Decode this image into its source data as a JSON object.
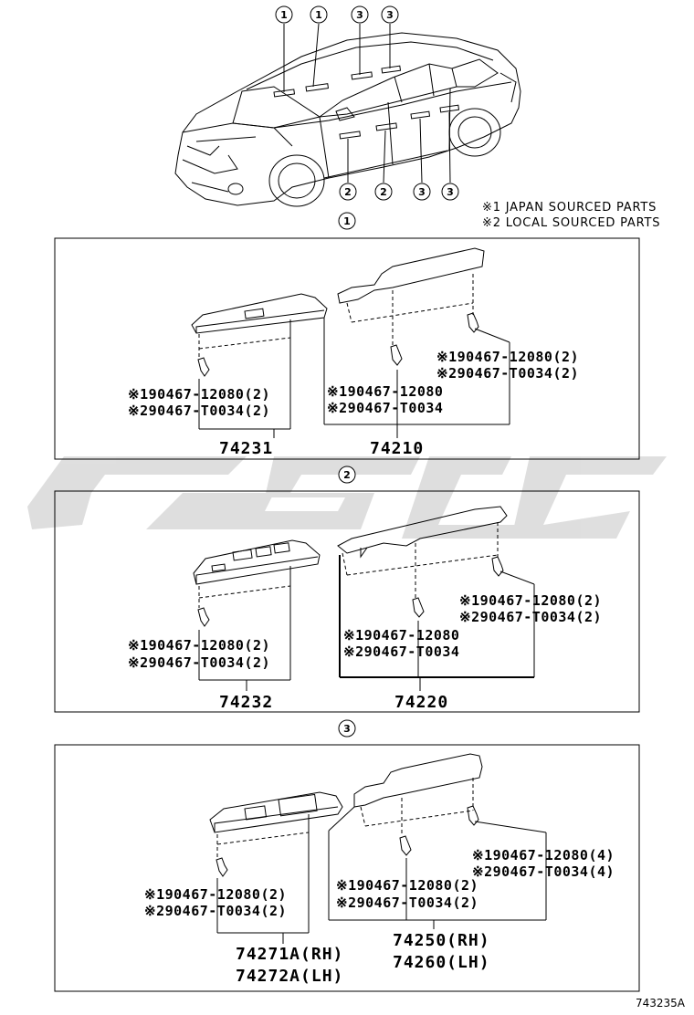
{
  "notes": [
    "※1 JAPAN SOURCED PARTS",
    "※2 LOCAL SOURCED PARTS"
  ],
  "car_callouts": {
    "top": [
      "1",
      "1",
      "3",
      "3"
    ],
    "bottom": [
      "2",
      "2",
      "3",
      "3"
    ]
  },
  "sections": [
    {
      "id": "1",
      "left": {
        "lines": [
          "※190467-12080(2)",
          "※290467-T0034(2)"
        ],
        "part": "74231"
      },
      "mid": {
        "lines": [
          "※190467-12080",
          "※290467-T0034"
        ],
        "part": "74210"
      },
      "right": {
        "lines": [
          "※190467-12080(2)",
          "※290467-T0034(2)"
        ]
      }
    },
    {
      "id": "2",
      "left": {
        "lines": [
          "※190467-12080(2)",
          "※290467-T0034(2)"
        ],
        "part": "74232"
      },
      "mid": {
        "lines": [
          "※190467-12080",
          "※290467-T0034"
        ],
        "part": "74220"
      },
      "right": {
        "lines": [
          "※190467-12080(2)",
          "※290467-T0034(2)"
        ]
      }
    },
    {
      "id": "3",
      "left": {
        "lines": [
          "※190467-12080(2)",
          "※290467-T0034(2)"
        ],
        "parts": [
          "74271A(RH)",
          "74272A(LH)"
        ]
      },
      "mid": {
        "lines": [
          "※190467-12080(2)",
          "※290467-T0034(2)"
        ],
        "parts": [
          "74250(RH)",
          "74260(LH)"
        ]
      },
      "right": {
        "lines": [
          "※190467-12080(4)",
          "※290467-T0034(4)"
        ]
      }
    }
  ],
  "figure_ref": "743235A"
}
